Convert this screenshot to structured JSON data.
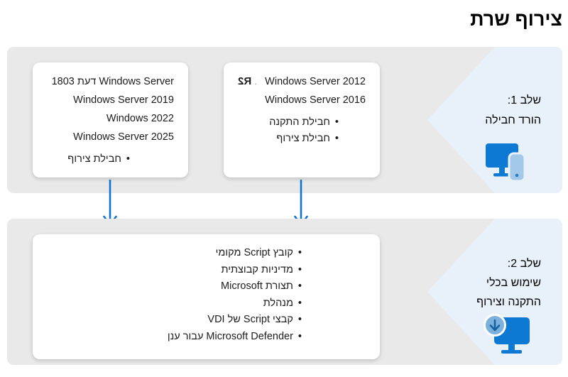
{
  "title": "צירוף שרת",
  "bullet_glyph": "•",
  "colors": {
    "band_bg": "#e9e9e9",
    "chevron_bg": "#e8f1fa",
    "accent_blue": "#0e79d2",
    "light_blue": "#a3c9e8",
    "badge_circle_blue": "#7cb1dd",
    "badge_arrow_blue": "#17629f",
    "arrow_blue": "#1273cc"
  },
  "step1": {
    "label": {
      "line1": "שלב 1:",
      "line2": "הורד חבילה"
    },
    "icon": "monitor-phone-icon",
    "card_modern": {
      "lines": [
        "Windows Server דעת 1803",
        "Windows Server 2019",
        "Windows 2022",
        "Windows Server 2025"
      ],
      "bullets": [
        "חבילת צירוף"
      ]
    },
    "card_legacy": {
      "mirrored_label": "R2",
      "dot": ".",
      "lines": [
        "Windows Server 2012",
        "Windows Server 2016"
      ],
      "bullets": [
        "חבילת התקנה",
        "חבילת צירוף"
      ]
    }
  },
  "step2": {
    "label": {
      "line1": "שלב 2:",
      "line2": "שימוש בכלי",
      "line3": "התקנה וצירוף"
    },
    "icon": "monitor-download-icon",
    "tools": [
      "קובץ Script מקומי",
      "מדיניות קבוצתית",
      "תצורת Microsoft",
      "מנהלת",
      "קבצי Script של VDI",
      "Microsoft Defender עבור ענן"
    ]
  }
}
